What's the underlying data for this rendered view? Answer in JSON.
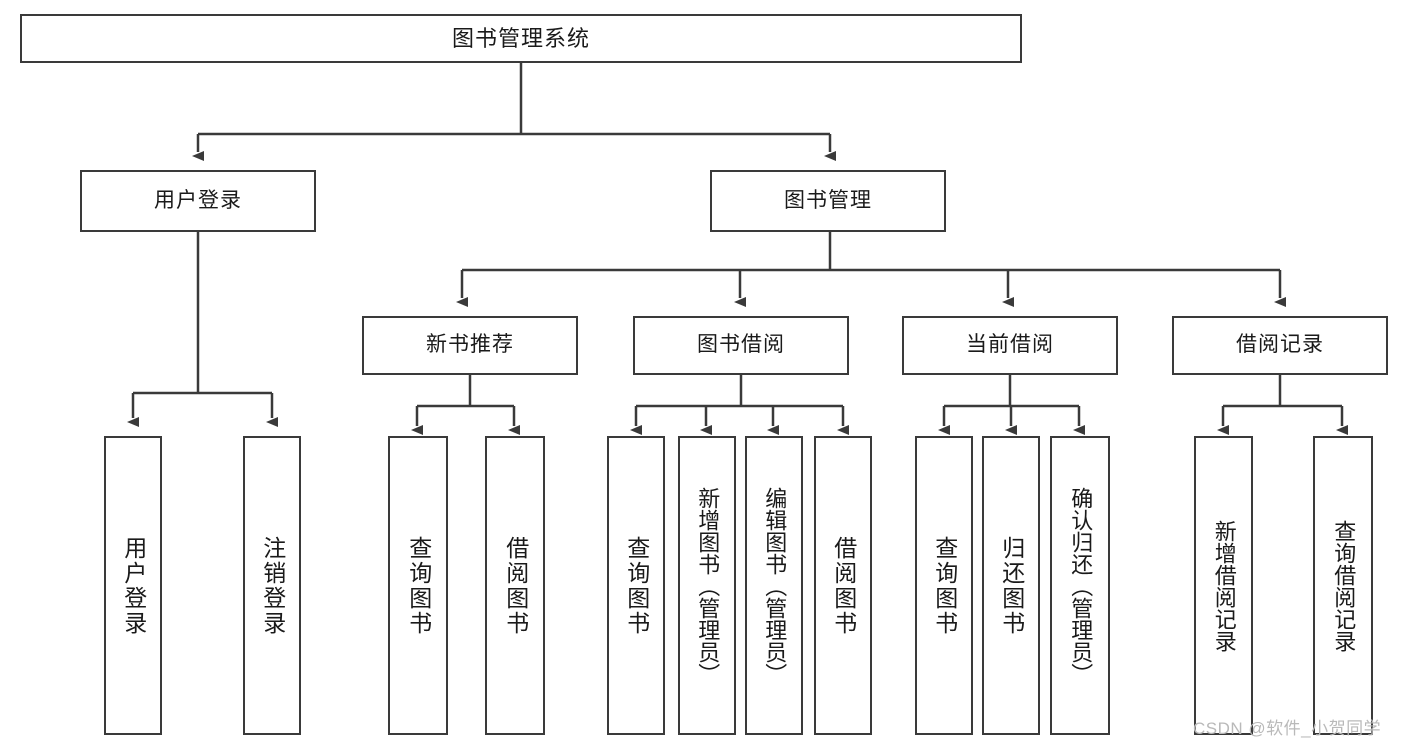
{
  "diagram": {
    "type": "tree-hierarchy-functional-decomposition",
    "root": {
      "label": "图书管理系统"
    },
    "level2": [
      {
        "label": "用户登录"
      },
      {
        "label": "图书管理"
      }
    ],
    "level3": [
      {
        "label": "新书推荐"
      },
      {
        "label": "图书借阅"
      },
      {
        "label": "当前借阅"
      },
      {
        "label": "借阅记录"
      }
    ],
    "leaves": {
      "user_login": [
        {
          "label": "用户登录"
        },
        {
          "label": "注销登录"
        }
      ],
      "new_book_recommend": [
        {
          "label": "查询图书"
        },
        {
          "label": "借阅图书"
        }
      ],
      "book_borrow": [
        {
          "label": "查询图书"
        },
        {
          "label": "新增图书（管理员）"
        },
        {
          "label": "编辑图书（管理员）"
        },
        {
          "label": "借阅图书"
        }
      ],
      "current_borrow": [
        {
          "label": "查询图书"
        },
        {
          "label": "归还图书"
        },
        {
          "label": "确认归还（管理员）"
        }
      ],
      "borrow_record": [
        {
          "label": "新增借阅记录"
        },
        {
          "label": "查询借阅记录"
        }
      ]
    }
  },
  "watermark": {
    "text": "CSDN @软件_小贺同学"
  },
  "colors": {
    "stroke": "#3a3a3a",
    "background": "#ffffff",
    "text": "#1a1a1a",
    "watermark": "#b9b9b9"
  }
}
